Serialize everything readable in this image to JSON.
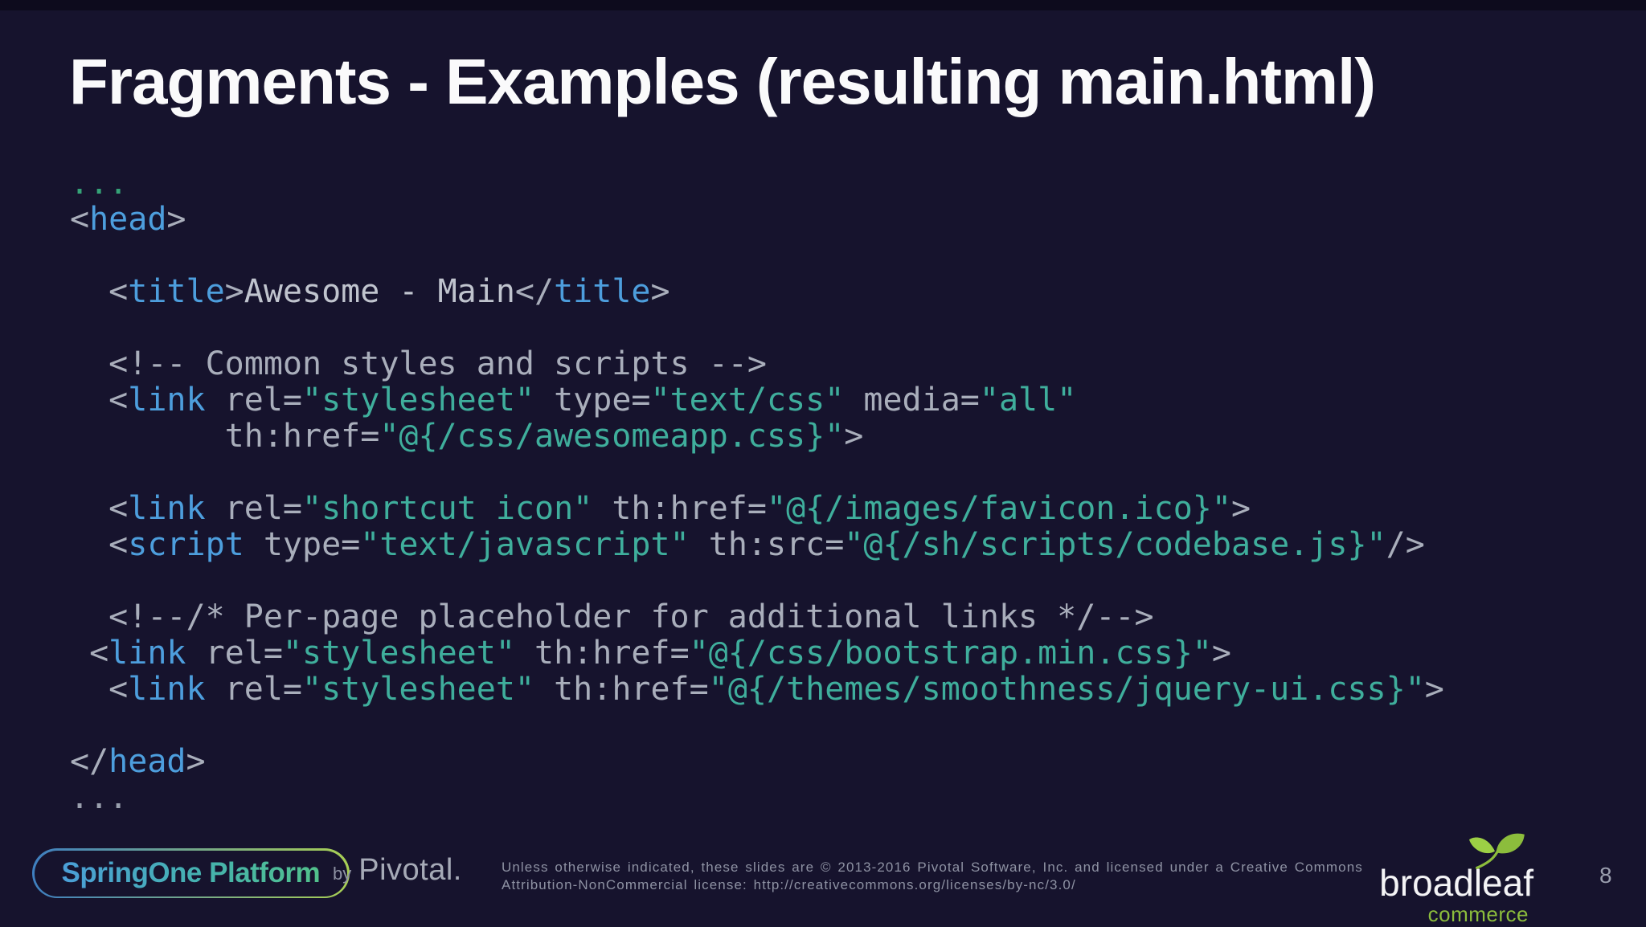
{
  "slide": {
    "title": "Fragments - Examples (resulting main.html)",
    "page_number": "8"
  },
  "code": {
    "language": "html-thymeleaf",
    "lines": [
      [
        [
          "g",
          "..."
        ]
      ],
      [
        [
          "p",
          "<"
        ],
        [
          "t",
          "head"
        ],
        [
          "p",
          ">"
        ]
      ],
      [],
      [
        [
          "p",
          "  <"
        ],
        [
          "t",
          "title"
        ],
        [
          "p",
          ">"
        ],
        [
          "x",
          "Awesome - Main"
        ],
        [
          "p",
          "</"
        ],
        [
          "t",
          "title"
        ],
        [
          "p",
          ">"
        ]
      ],
      [],
      [
        [
          "c",
          "  <!-- Common styles and scripts -->"
        ]
      ],
      [
        [
          "p",
          "  <"
        ],
        [
          "t",
          "link"
        ],
        [
          "p",
          " rel="
        ],
        [
          "s",
          "\"stylesheet\""
        ],
        [
          "p",
          " type="
        ],
        [
          "s",
          "\"text/css\""
        ],
        [
          "p",
          " media="
        ],
        [
          "s",
          "\"all\""
        ]
      ],
      [
        [
          "p",
          "        th:href="
        ],
        [
          "s",
          "\"@{/css/awesomeapp.css}\""
        ],
        [
          "p",
          ">"
        ]
      ],
      [],
      [
        [
          "p",
          "  <"
        ],
        [
          "t",
          "link"
        ],
        [
          "p",
          " rel="
        ],
        [
          "s",
          "\"shortcut icon\""
        ],
        [
          "p",
          " th:href="
        ],
        [
          "s",
          "\"@{/images/favicon.ico}\""
        ],
        [
          "p",
          ">"
        ]
      ],
      [
        [
          "p",
          "  <"
        ],
        [
          "t",
          "script"
        ],
        [
          "p",
          " type="
        ],
        [
          "s",
          "\"text/javascript\""
        ],
        [
          "p",
          " th:src="
        ],
        [
          "s",
          "\"@{/sh/scripts/codebase.js}\""
        ],
        [
          "p",
          "/>"
        ]
      ],
      [],
      [
        [
          "c",
          "  <!--/* Per-page placeholder for additional links */-->"
        ]
      ],
      [
        [
          "p",
          " <"
        ],
        [
          "t",
          "link"
        ],
        [
          "p",
          " rel="
        ],
        [
          "s",
          "\"stylesheet\""
        ],
        [
          "p",
          " th:href="
        ],
        [
          "s",
          "\"@{/css/bootstrap.min.css}\""
        ],
        [
          "p",
          ">"
        ]
      ],
      [
        [
          "p",
          "  <"
        ],
        [
          "t",
          "link"
        ],
        [
          "p",
          " rel="
        ],
        [
          "s",
          "\"stylesheet\""
        ],
        [
          "p",
          " th:href="
        ],
        [
          "s",
          "\"@{/themes/smoothness/jquery-ui.css}\""
        ],
        [
          "p",
          ">"
        ]
      ],
      [],
      [
        [
          "p",
          "</"
        ],
        [
          "t",
          "head"
        ],
        [
          "p",
          ">"
        ]
      ],
      [
        [
          "d",
          "..."
        ]
      ]
    ]
  },
  "footer": {
    "springone_label": "SpringOne Platform",
    "by_label": "by",
    "pivotal_label": "Pivotal.",
    "license_line1": "Unless otherwise indicated, these slides are © 2013-2016 Pivotal Software, Inc. and licensed under a Creative Commons",
    "license_line2": "Attribution-NonCommercial license: http://creativecommons.org/licenses/by-nc/3.0/",
    "broadleaf_label": "broadleaf",
    "commerce_label": "commerce"
  },
  "colors": {
    "background": "#16132d",
    "top_strip": "#0d0b1d",
    "title": "#fafafb",
    "code_punct": "#a9aebb",
    "code_tag": "#4d9edd",
    "code_string": "#3fae9c",
    "code_comment": "#a9aebb",
    "code_text": "#c0c4ce",
    "dots_green": "#35a377",
    "dots_gray": "#9aa0ae",
    "footer_muted": "#8e92a3",
    "pivotal": "#a6aab7",
    "springone_blue": "#4b9fd8",
    "springone_green": "#52c18b",
    "pill_border_blue": "#3e7fc0",
    "pill_border_green": "#a8cf54",
    "broadleaf_white": "#f4f4f6",
    "broadleaf_green": "#8cbd3c",
    "page_number": "#9a9eae"
  }
}
